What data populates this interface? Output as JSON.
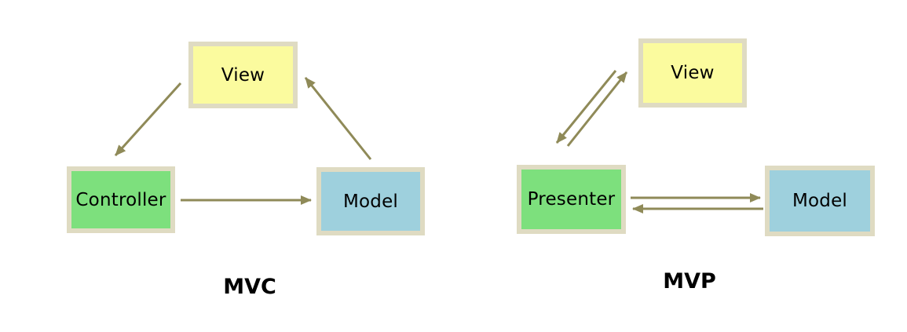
{
  "colors": {
    "arrow": "#8f8a58",
    "node_border": "#dfdbc2",
    "view_fill": "#fbfb9e",
    "controller_presenter_fill": "#7de07d",
    "model_fill": "#9ed0dd",
    "text": "#000000",
    "background": "#ffffff"
  },
  "mvc": {
    "title": "MVC",
    "nodes": {
      "view": "View",
      "controller": "Controller",
      "model": "Model"
    },
    "edges": [
      {
        "from": "View",
        "to": "Controller"
      },
      {
        "from": "Controller",
        "to": "Model"
      },
      {
        "from": "Model",
        "to": "View"
      }
    ]
  },
  "mvp": {
    "title": "MVP",
    "nodes": {
      "view": "View",
      "presenter": "Presenter",
      "model": "Model"
    },
    "edges": [
      {
        "from": "View",
        "to": "Presenter"
      },
      {
        "from": "Presenter",
        "to": "View"
      },
      {
        "from": "Presenter",
        "to": "Model"
      },
      {
        "from": "Model",
        "to": "Presenter"
      }
    ]
  }
}
